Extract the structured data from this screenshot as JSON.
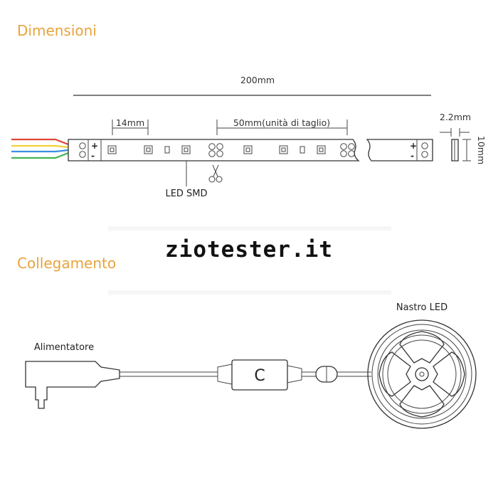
{
  "sections": {
    "dimensions_title": "Dimensioni",
    "connection_title": "Collegamento"
  },
  "dimensions": {
    "total_length": "200mm",
    "led_spacing": "14mm",
    "cut_unit": "50mm(unità di taglio)",
    "thickness": "2.2mm",
    "width": "10mm",
    "led_label": "LED SMD",
    "plus_sign": "+",
    "minus_sign": "-"
  },
  "wires": {
    "colors": [
      "#e0453a",
      "#f0d23a",
      "#3a8fe0",
      "#3fb650"
    ]
  },
  "connection": {
    "power_supply_label": "Alimentatore",
    "controller_letter": "C",
    "led_reel_label": "Nastro LED"
  },
  "watermark": {
    "text": "ziotester.it"
  },
  "colors": {
    "heading": "#e8a33c",
    "line": "#333333"
  }
}
